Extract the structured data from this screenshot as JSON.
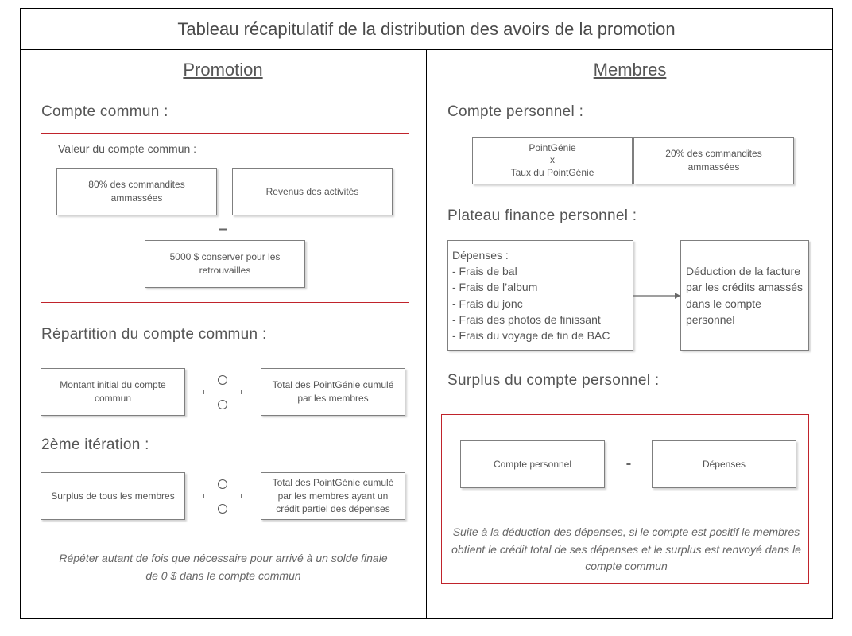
{
  "title": "Tableau récapitulatif de la distribution des avoirs de la promotion",
  "left": {
    "header": "Promotion",
    "compte_commun": {
      "heading": "Compte commun :",
      "value_label": "Valeur du compte commun :",
      "box_commandites": "80% des commandites ammassées",
      "box_revenus": "Revenus des activités",
      "minus": "–",
      "box_retrouvailles": "5000 $ conserver pour les retrouvailles"
    },
    "repartition": {
      "heading": "Répartition du compte commun :",
      "numerator": "Montant initial du compte commun",
      "denominator": "Total des PointGénie cumulé par les membres"
    },
    "iteration": {
      "heading": "2ème itération :",
      "numerator": "Surplus de tous les membres",
      "denominator": "Total des PointGénie cumulé par les membres ayant un crédit partiel des dépenses"
    },
    "note": "Répéter autant de fois que nécessaire pour arrivé à un solde finale de 0 $ dans le compte commun"
  },
  "right": {
    "header": "Membres",
    "compte_personnel": {
      "heading": "Compte personnel :",
      "box_pointgenie": [
        "PointGénie",
        "x",
        "Taux du PointGénie"
      ],
      "box_commandites": "20% des commandites ammassées"
    },
    "plateau": {
      "heading": "Plateau finance personnel :",
      "depenses_title": "Dépenses :",
      "depenses_items": [
        "- Frais de bal",
        "- Frais de l’album",
        "- Frais du jonc",
        "- Frais des photos de finissant",
        "- Frais du voyage de fin de BAC"
      ],
      "deduction": "Déduction de la facture par les crédits amassés dans le compte personnel"
    },
    "surplus": {
      "heading": "Surplus du compte personnel :",
      "box_compte": "Compte personnel",
      "minus": "-",
      "box_depenses": "Dépenses",
      "note": "Suite à la déduction des dépenses, si le compte est positif le membres obtient le crédit total de ses dépenses et le surplus est renvoyé dans le compte commun"
    }
  },
  "colors": {
    "border": "#000000",
    "highlight": "#c0232b",
    "text": "#555555"
  }
}
